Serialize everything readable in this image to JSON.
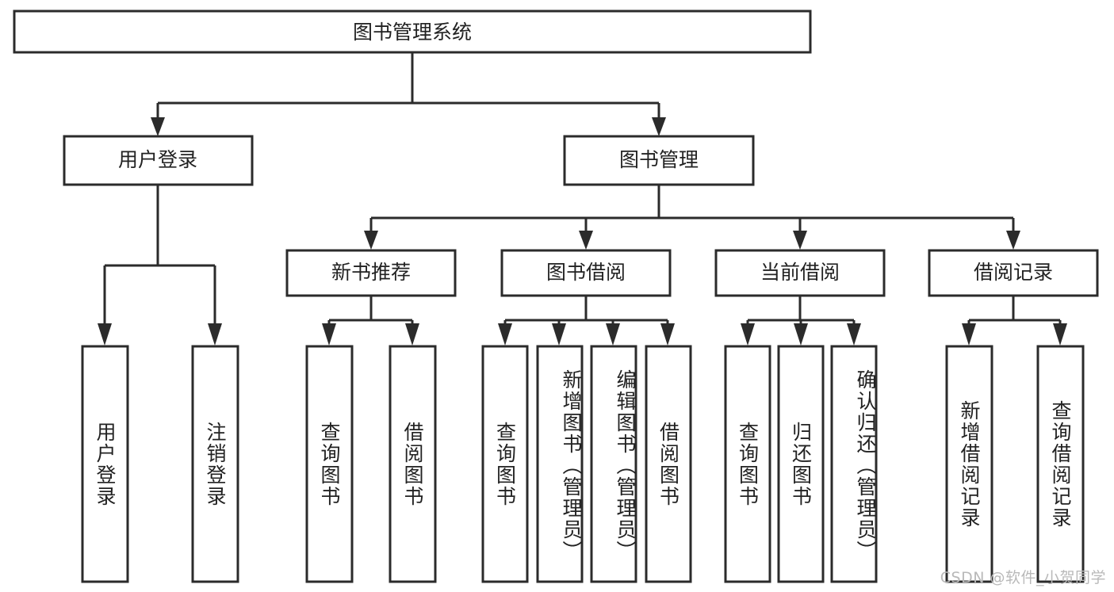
{
  "diagram": {
    "type": "tree-hierarchy",
    "title": "图书管理系统",
    "watermark": "CSDN @软件_小贺同学",
    "colors": {
      "background": "#ffffff",
      "box_fill": "#ffffff",
      "box_stroke": "#2b2b2b",
      "text": "#222222",
      "watermark": "#b9b9b9"
    },
    "root": {
      "label": "图书管理系统"
    },
    "level2": [
      {
        "label": "用户登录"
      },
      {
        "label": "图书管理"
      }
    ],
    "level3": [
      {
        "label": "新书推荐"
      },
      {
        "label": "图书借阅"
      },
      {
        "label": "当前借阅"
      },
      {
        "label": "借阅记录"
      }
    ],
    "leaves": {
      "user_login": [
        {
          "label": "用户登录"
        },
        {
          "label": "注销登录"
        }
      ],
      "new_book_recommend": [
        {
          "label": "查询图书"
        },
        {
          "label": "借阅图书"
        }
      ],
      "book_borrow": [
        {
          "label": "查询图书"
        },
        {
          "label": "新增图书（管理员）"
        },
        {
          "label": "编辑图书（管理员）"
        },
        {
          "label": "借阅图书"
        }
      ],
      "current_borrow": [
        {
          "label": "查询图书"
        },
        {
          "label": "归还图书"
        },
        {
          "label": "确认归还（管理员）"
        }
      ],
      "borrow_record": [
        {
          "label": "新增借阅记录"
        },
        {
          "label": "查询借阅记录"
        }
      ]
    }
  }
}
